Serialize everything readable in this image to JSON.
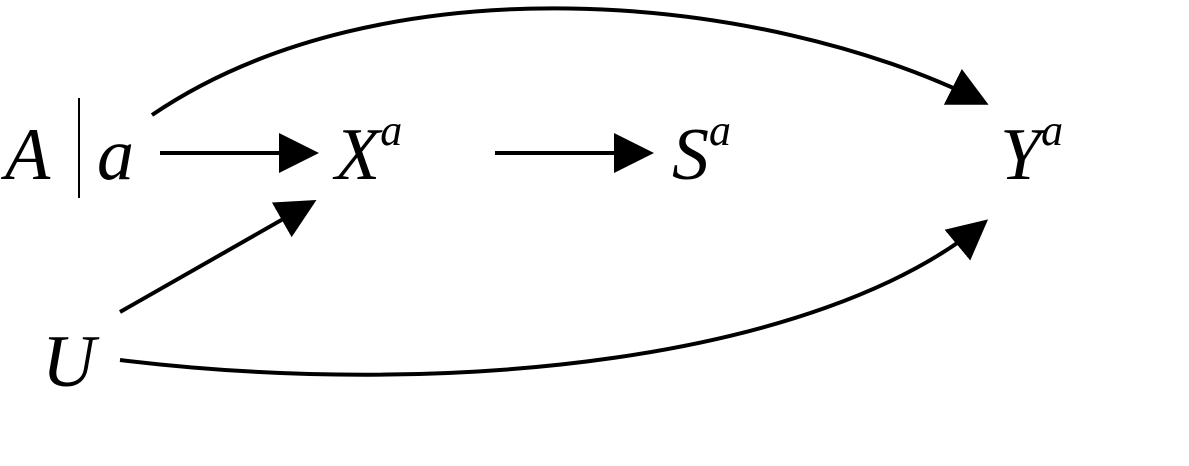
{
  "diagram": {
    "type": "causal-dag",
    "nodes": [
      {
        "id": "A",
        "label": "A",
        "condition": "a"
      },
      {
        "id": "X",
        "label": "X",
        "superscript": "a"
      },
      {
        "id": "S",
        "label": "S",
        "superscript": "a"
      },
      {
        "id": "Y",
        "label": "Y",
        "superscript": "a"
      },
      {
        "id": "U",
        "label": "U"
      }
    ],
    "edges": [
      {
        "from": "A",
        "to": "X",
        "shape": "straight"
      },
      {
        "from": "X",
        "to": "S",
        "shape": "straight"
      },
      {
        "from": "A",
        "to": "Y",
        "shape": "curved-top"
      },
      {
        "from": "U",
        "to": "X",
        "shape": "straight"
      },
      {
        "from": "U",
        "to": "Y",
        "shape": "curved-bottom"
      }
    ],
    "colors": {
      "stroke": "#000000",
      "background": "#ffffff"
    }
  }
}
